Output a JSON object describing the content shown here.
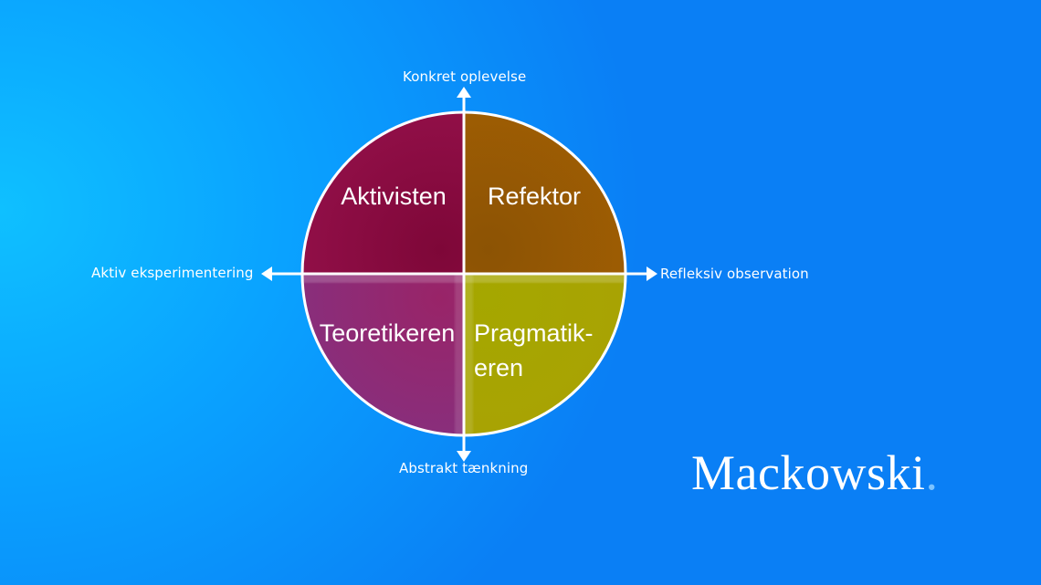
{
  "quadrants": {
    "top_left": {
      "label": "Aktivisten",
      "color": "#8f0a45"
    },
    "top_right": {
      "label": "Refektor",
      "color": "#9a5a02"
    },
    "bottom_left": {
      "label": "Teoretikeren",
      "color": "#8b2a7c"
    },
    "bottom_right": {
      "line1": "Pragmatik-",
      "line2": "eren",
      "color": "#a6a800"
    }
  },
  "axes": {
    "top": "Konkret oplevelse",
    "bottom": "Abstrakt tænkning",
    "left": "Aktiv eksperimentering",
    "right": "Refleksiv observation"
  },
  "brand": {
    "name": "Mackowski",
    "dot": "."
  }
}
